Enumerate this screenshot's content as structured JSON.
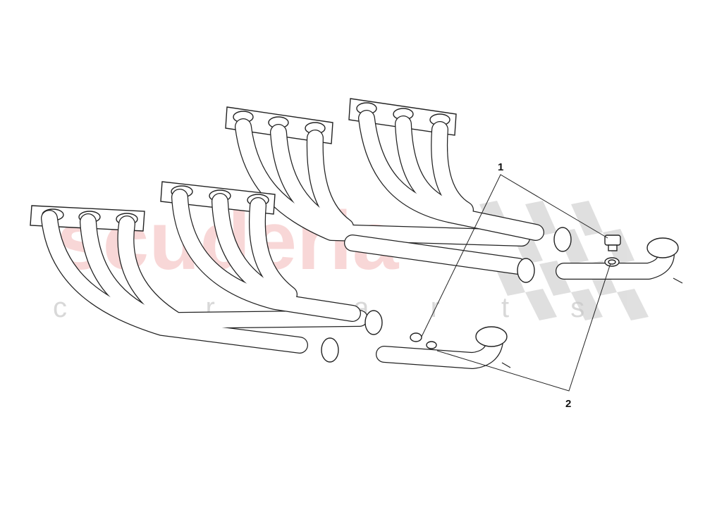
{
  "watermark": {
    "brand": "scuderia",
    "tagline": "c a r p a r t s",
    "brand_color": "#f4b8b8"
  },
  "callouts": [
    {
      "label": "1"
    },
    {
      "label": "2"
    }
  ]
}
